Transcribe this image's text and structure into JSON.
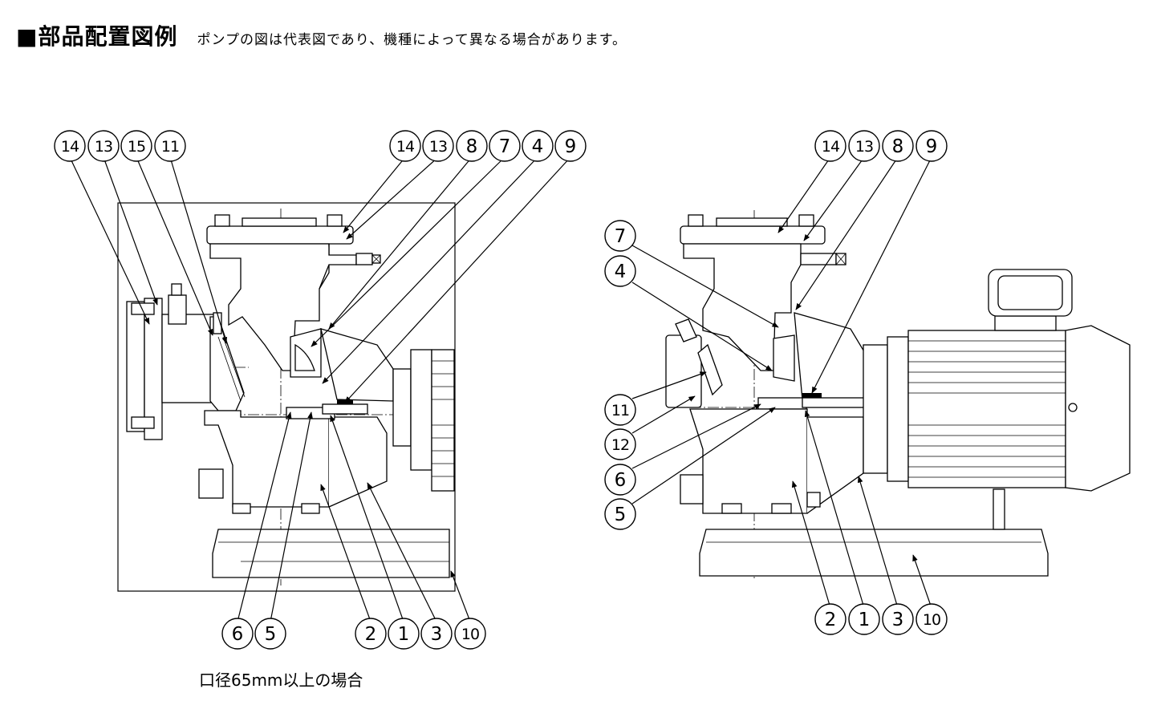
{
  "header": {
    "title": "■部品配置図例",
    "note": "ポンプの図は代表図であり、機種によって異なる場合があります。"
  },
  "caption": "口径65mm以上の場合",
  "left_figure": {
    "callouts": {
      "top_left": [
        "14",
        "13",
        "15",
        "11"
      ],
      "top_right": [
        "14",
        "13",
        "8",
        "7",
        "4",
        "9"
      ],
      "bottom_left": [
        "6",
        "5"
      ],
      "bottom_right": [
        "2",
        "1",
        "3",
        "10"
      ]
    }
  },
  "right_figure": {
    "callouts": {
      "top": [
        "14",
        "13",
        "8",
        "9"
      ],
      "left": [
        "7",
        "4",
        "11",
        "12",
        "6",
        "5"
      ],
      "bottom": [
        "2",
        "1",
        "3",
        "10"
      ]
    }
  }
}
